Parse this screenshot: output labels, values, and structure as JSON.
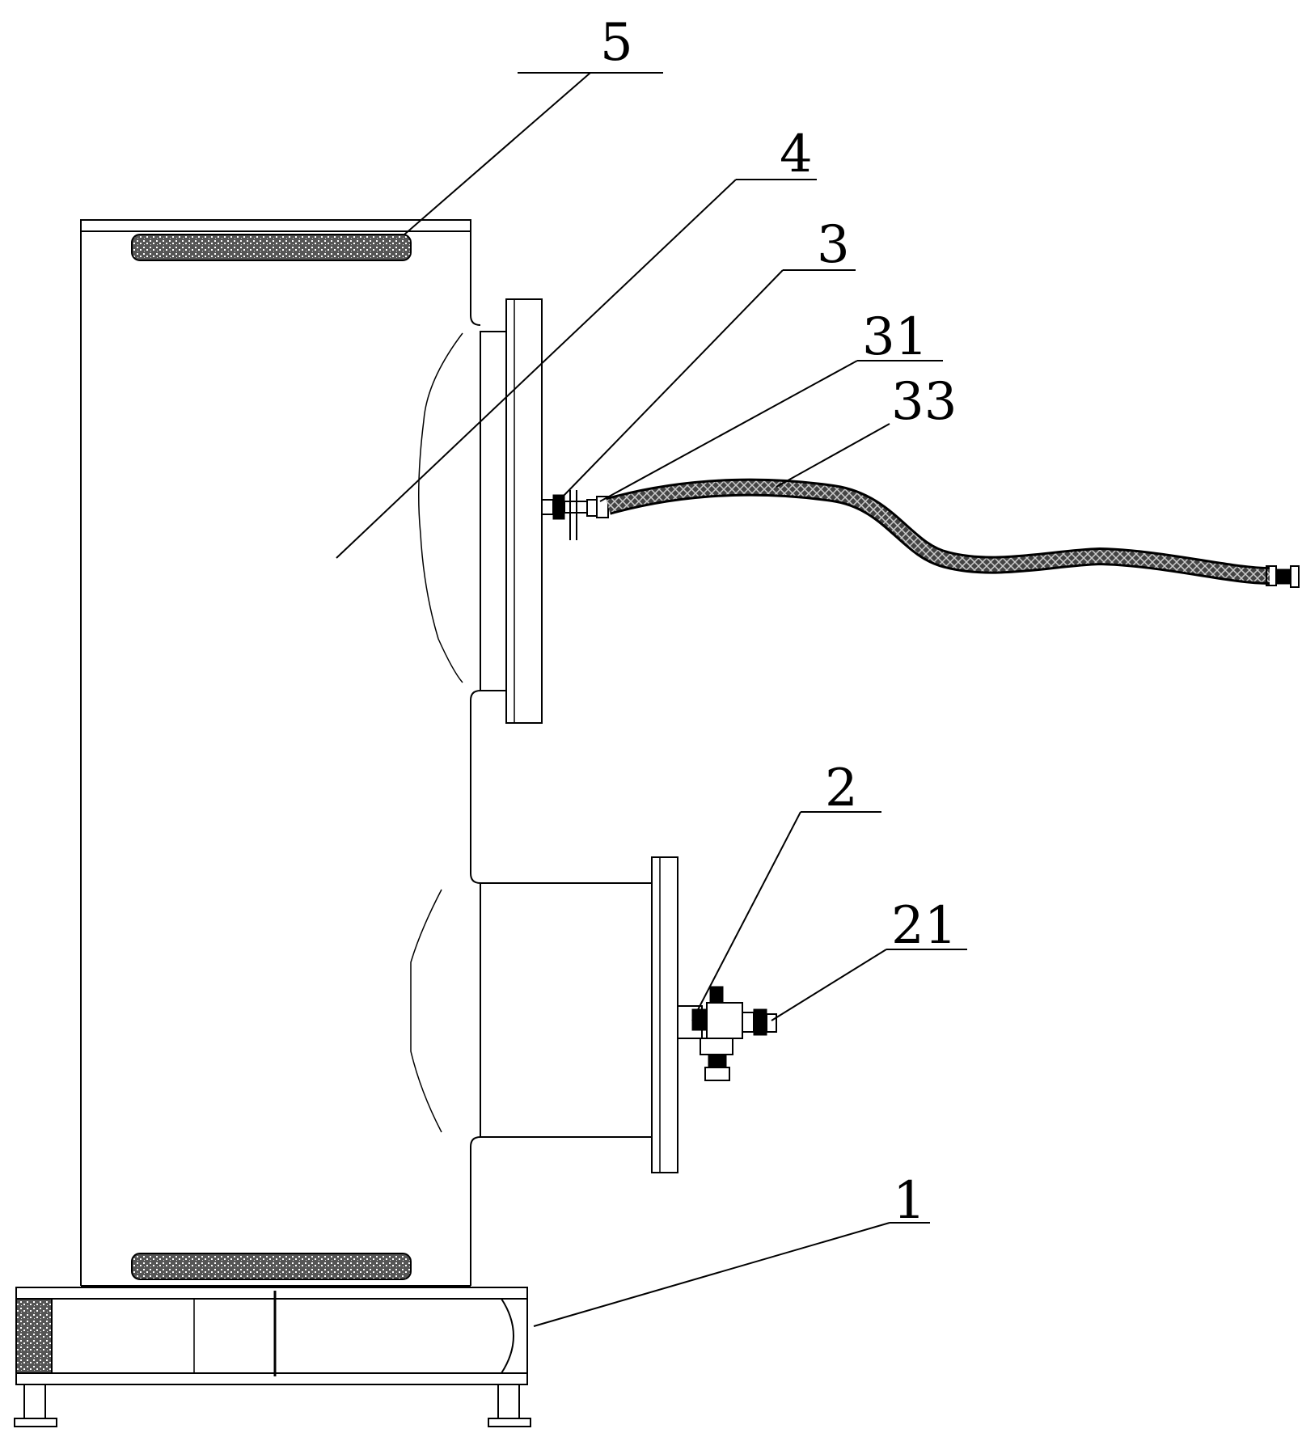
{
  "callouts": [
    {
      "id": "callout-1",
      "text": "1"
    },
    {
      "id": "callout-2",
      "text": "2"
    },
    {
      "id": "callout-21",
      "text": "21"
    },
    {
      "id": "callout-3",
      "text": "3"
    },
    {
      "id": "callout-31",
      "text": "31"
    },
    {
      "id": "callout-33",
      "text": "33"
    },
    {
      "id": "callout-4",
      "text": "4"
    },
    {
      "id": "callout-5",
      "text": "5"
    }
  ]
}
